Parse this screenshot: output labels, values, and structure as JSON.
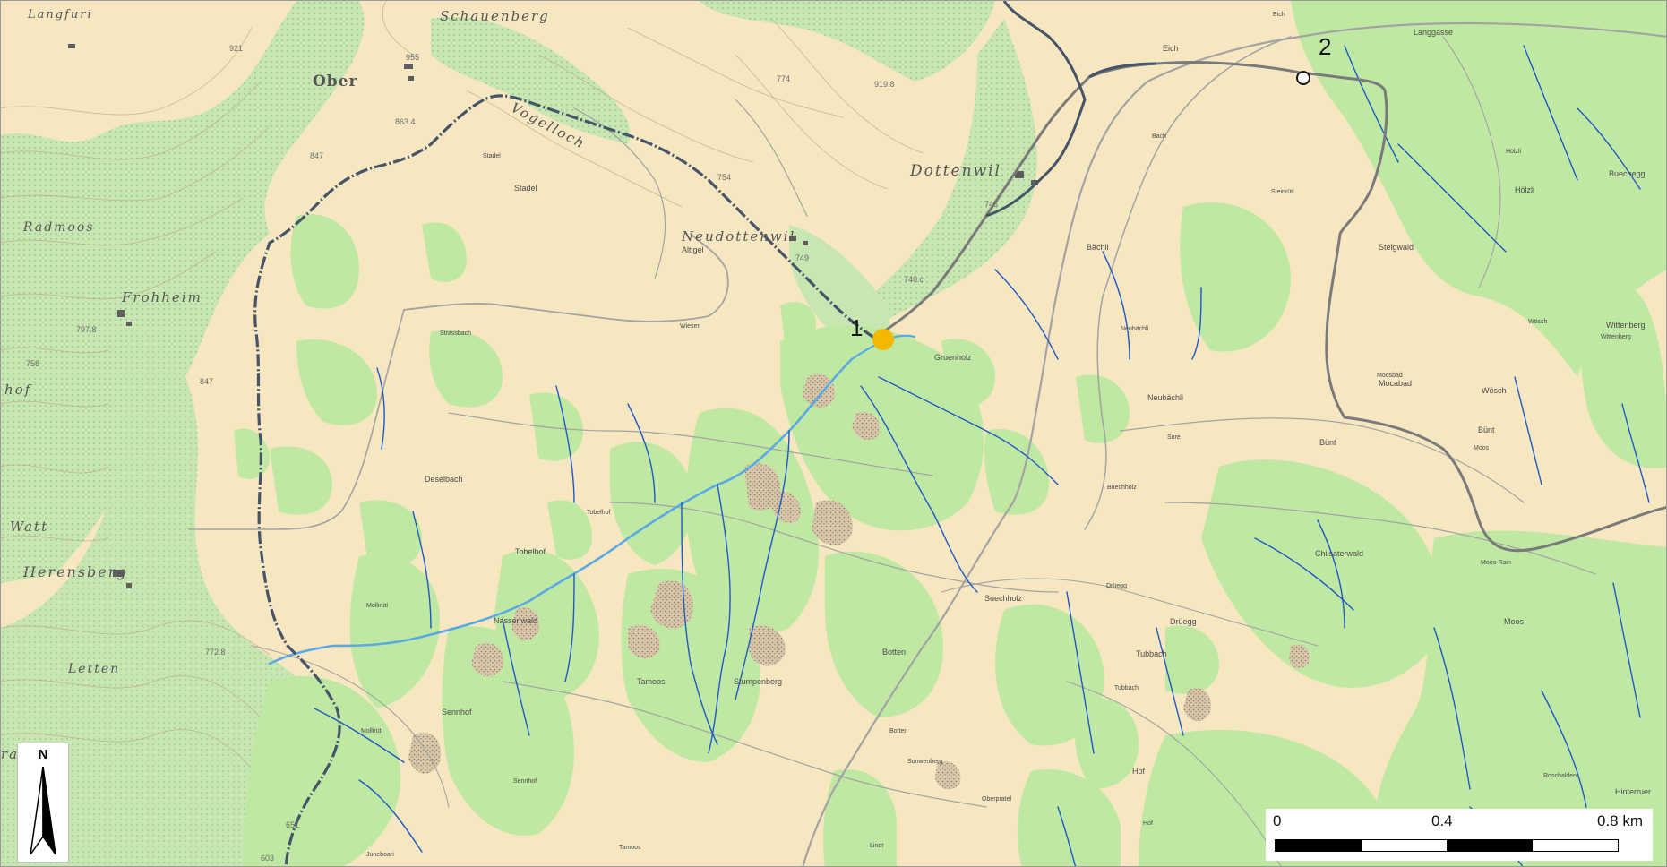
{
  "map": {
    "points": [
      {
        "id": "1",
        "label": "1",
        "style": "filled",
        "color": "#f5b800"
      },
      {
        "id": "2",
        "label": "2",
        "style": "hollow",
        "color": "#ffffff"
      }
    ],
    "topo_labels": {
      "langfuri": "Langfuri",
      "schauenberg": "Schauenberg",
      "ober": "Ober",
      "vogelloch": "Vogelloch",
      "dottenwil": "Dottenwil",
      "neudottenwil": "Neudottenwil",
      "radmoos": "Radmoos",
      "frohheim": "Frohheim",
      "hof": "hof",
      "watt": "Watt",
      "herensberg": "Herensberg",
      "letten": "Letten",
      "ranwil": "ranwil"
    },
    "elevations": {
      "e921": "921",
      "e955": "955",
      "e774": "774",
      "e919": "919.8",
      "e863": "863.4",
      "e847": "847",
      "e754": "754",
      "e749": "749",
      "e746": "746",
      "e740": "740.c",
      "e797": "797.8",
      "e758": "758",
      "e847b": "847",
      "e772": "772.8",
      "e651": "651",
      "e603": "603"
    },
    "places": {
      "langgasse": "Langgasse",
      "eich_top": "Eich",
      "eich": "Eich",
      "stadel_top": "Stadel",
      "stadel": "Stadel",
      "bach": "Bach",
      "steinrueti": "Steinrüti",
      "hoelzli_top": "Hölzli",
      "hoelzli": "Hölzli",
      "buechegg": "Buechegg",
      "steigwald": "Steigwald",
      "baechli": "Bächli",
      "altigel": "Altigel",
      "wiesen": "Wiesen",
      "strassbach": "Strassbach",
      "neubaechli_small": "Neubächli",
      "neubaechli": "Neubächli",
      "wittenberg": "Wittenberg",
      "wittenberg_small": "Wittenberg",
      "moosbad": "Moosbad",
      "mocabad": "Mocabad",
      "woesch_small": "Wösch",
      "woesch": "Wösch",
      "gruenholz": "Gruenholz",
      "sure": "Sure",
      "buent": "Bünt",
      "buent2": "Bünt",
      "moos_small": "Moos",
      "deselbach": "Deselbach",
      "tobelhof_small": "Tobelhof",
      "tobelhof": "Tobelhof",
      "buechholz_small": "Buechholz",
      "chilsaterwald": "Chilsaterwald",
      "moos_rain": "Moos-Rain",
      "druegg_small": "Drüegg",
      "druegg": "Drüegg",
      "suechholz": "Suechholz",
      "moos": "Moos",
      "mollirueti": "Mollirüti",
      "nassenwald": "Nassenwald",
      "tubbach": "Tubbach",
      "tubbach_small": "Tubbach",
      "tamoos": "Tamoos",
      "stumpenberg": "Stumpenberg",
      "botten": "Botten",
      "sennhof": "Sennhof",
      "mollirueti2": "Mollirüti",
      "botten_small": "Botten",
      "hof": "Hof",
      "hof_small": "Hof",
      "hinterruer": "Hinterruer",
      "bonwiler": "Sonwenberg",
      "sennhof_small": "Sennhof",
      "oberpratel": "Oberpratel",
      "rotenthalen": "Roschalden",
      "juneboari": "Juneboari",
      "tamoos_small": "Tamoos",
      "lindt": "Lindt"
    }
  },
  "north_arrow": {
    "letter": "N"
  },
  "scale_bar": {
    "ticks": [
      "0",
      "0.4",
      "0.8 km"
    ]
  },
  "colors": {
    "background": "#f7e7c1",
    "forest": "#bfe9a3",
    "forest_topo": "#c6e6b2",
    "stream": "#1d58c7",
    "stream_main": "#5aa9e6",
    "catchment_border": "#46546a",
    "road": "#9b9b9b",
    "gravel": "#d9c5a6",
    "point_1": "#f5b800"
  }
}
